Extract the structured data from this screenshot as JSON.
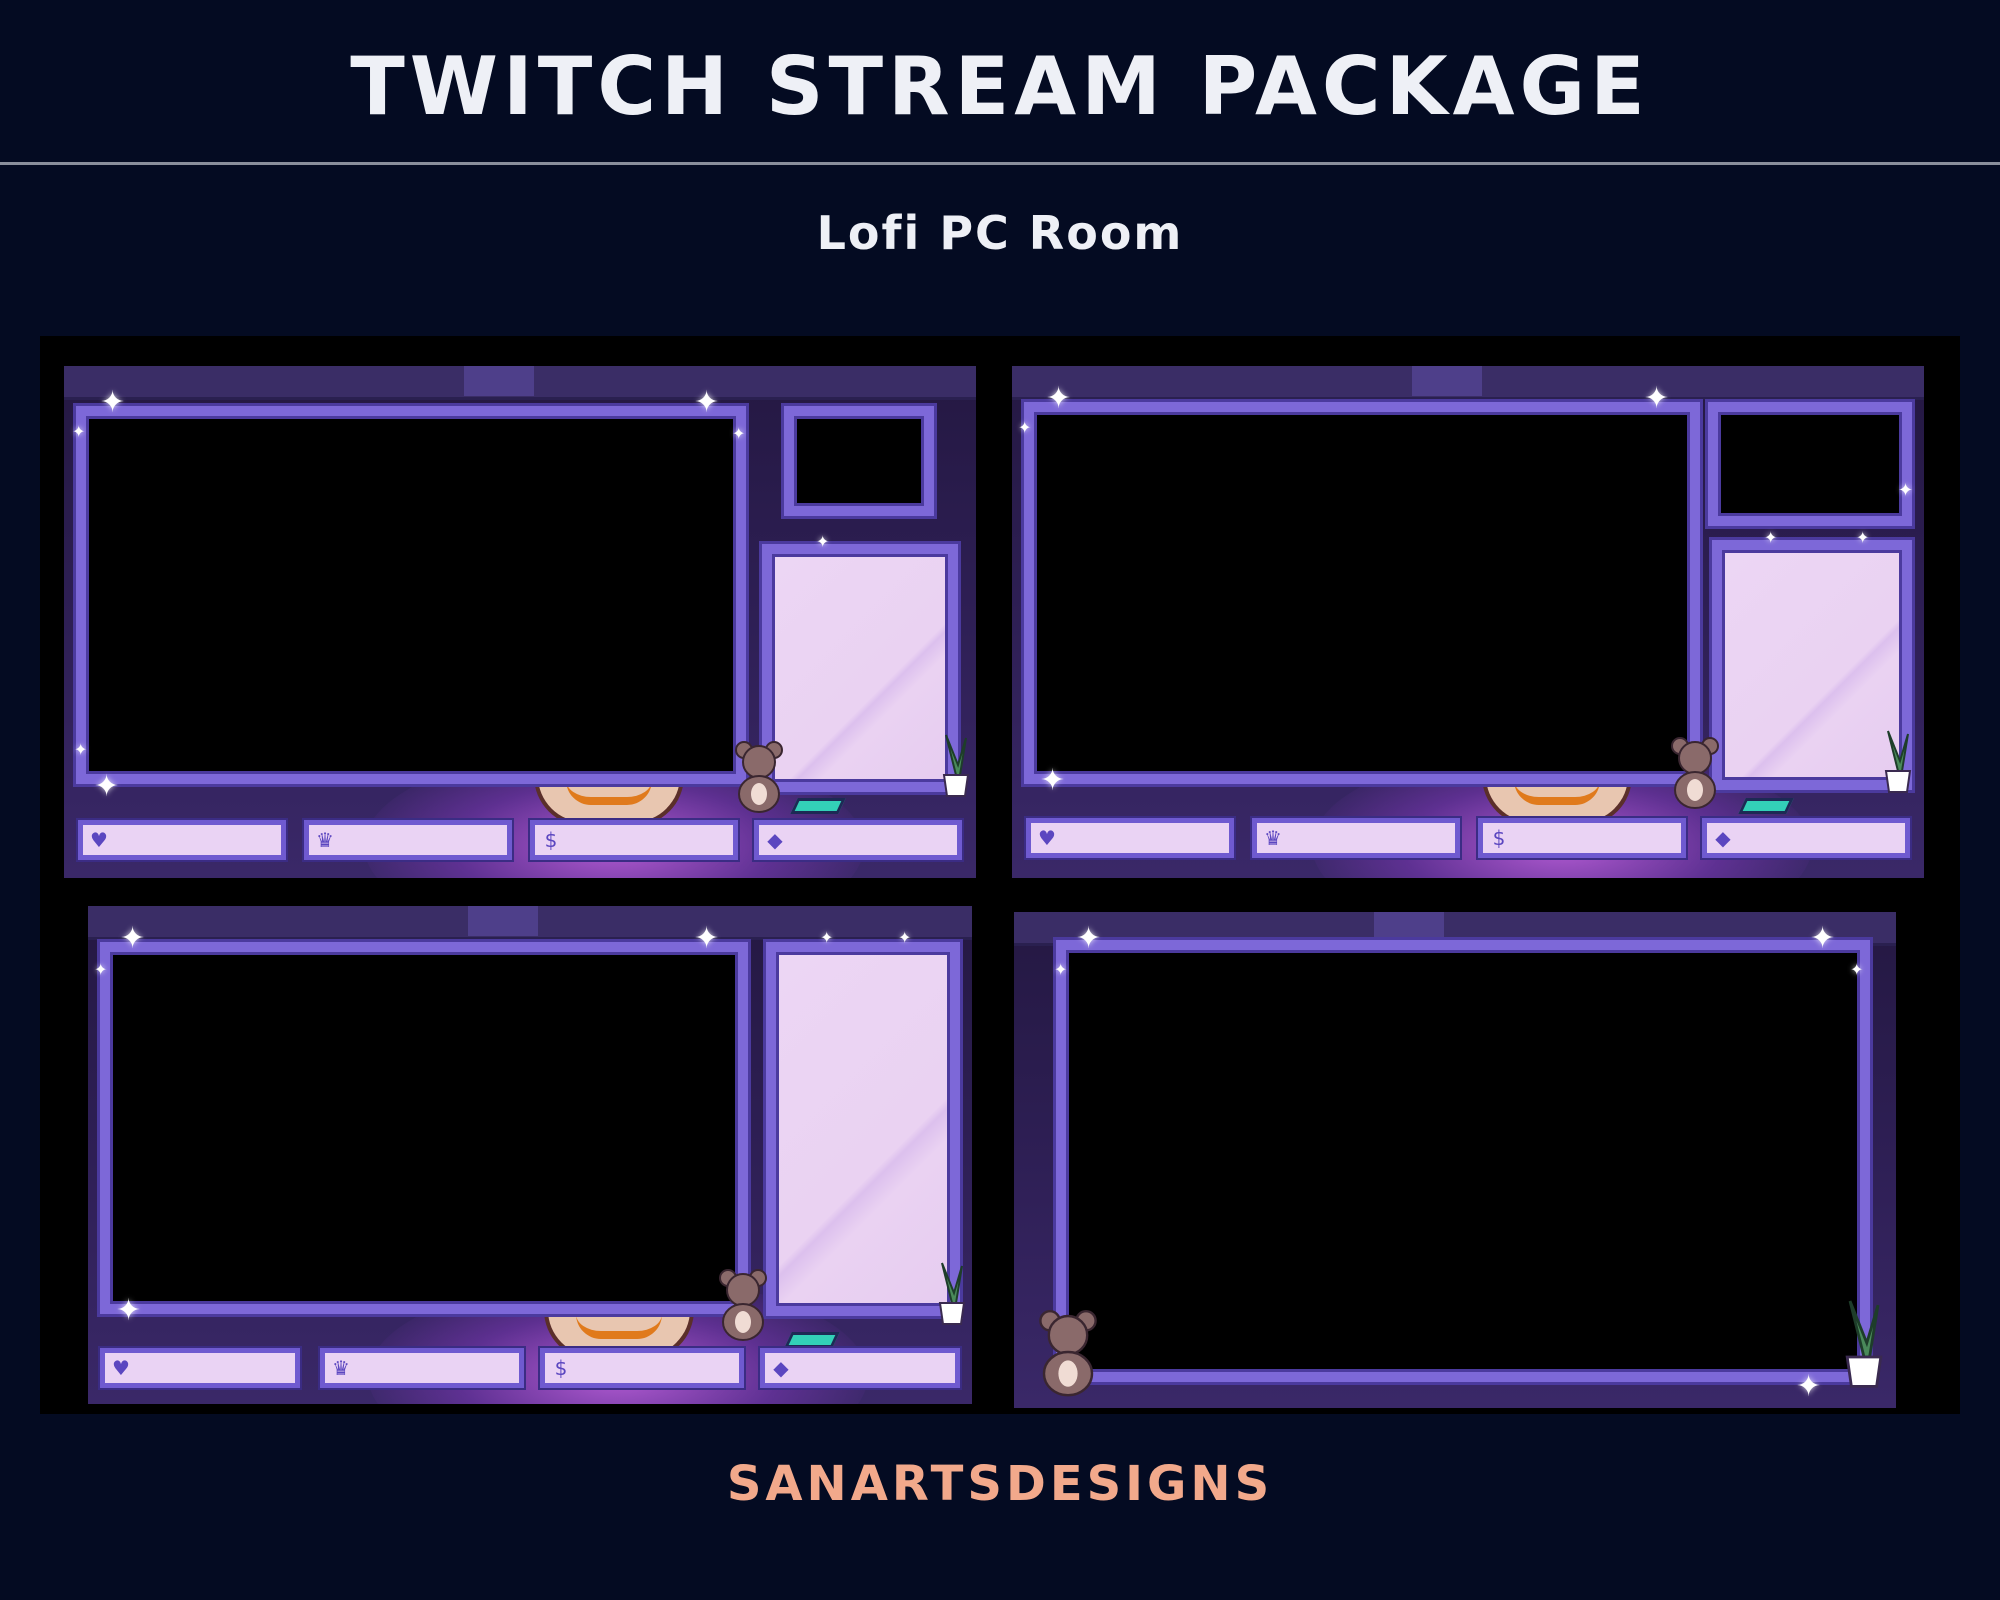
{
  "header": {
    "title": "TWITCH STREAM PACKAGE",
    "subtitle": "Lofi PC Room"
  },
  "footer": {
    "brand": "SANARTSDESIGNS"
  },
  "colors": {
    "background": "#040b22",
    "frame_border": "#7d68d8",
    "panel_fill": "#ead3f4",
    "brand_text": "#f2a98b"
  },
  "icons": {
    "bar_icons": [
      "heart-icon",
      "crown-icon",
      "dollar-icon",
      "diamond-icon"
    ],
    "heart": "♥",
    "crown": "♛",
    "dollar": "$",
    "diamond": "◆",
    "sparkle": "✦"
  }
}
